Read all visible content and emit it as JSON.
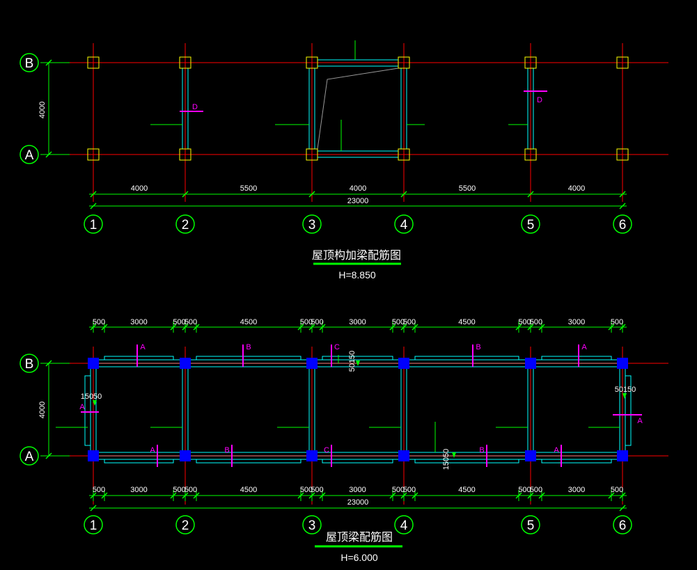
{
  "upper_plan": {
    "title": "屋顶构加梁配筋图",
    "elevation": "H=8.850",
    "grid_rows": [
      "B",
      "A"
    ],
    "grid_cols": [
      "1",
      "2",
      "3",
      "4",
      "5",
      "6"
    ],
    "row_dim": "4000",
    "bay_dims": [
      "4000",
      "5500",
      "4000",
      "5500",
      "4000"
    ],
    "total_dim": "23000",
    "section_marks": [
      "D",
      "D"
    ]
  },
  "lower_plan": {
    "title": "屋顶梁配筋图",
    "elevation": "H=6.000",
    "grid_rows": [
      "B",
      "A"
    ],
    "grid_cols": [
      "1",
      "2",
      "3",
      "4",
      "5",
      "6"
    ],
    "row_dim": "4000",
    "top_dims": [
      "500",
      "3000",
      "500",
      "500",
      "4500",
      "500",
      "500",
      "3000",
      "500",
      "500",
      "4500",
      "500",
      "500",
      "3000",
      "500"
    ],
    "bottom_dims": [
      "500",
      "3000",
      "500",
      "500",
      "4500",
      "500",
      "500",
      "3000",
      "500",
      "500",
      "4500",
      "500",
      "500",
      "3000",
      "500"
    ],
    "total_dim": "23000",
    "top_marks": [
      "A",
      "B",
      "C",
      "B",
      "A"
    ],
    "bottom_marks": [
      "A",
      "B",
      "C",
      "B",
      "A"
    ],
    "left_marks": [
      "A"
    ],
    "right_marks": [
      "A"
    ],
    "annotations": [
      "50150",
      "15050",
      "50150",
      "15050"
    ]
  },
  "colors": {
    "axis": "#ff0000",
    "dimension": "#00ff00",
    "beam": "#00ffff",
    "column_upper": "#ffff00",
    "column_lower": "#0000ff",
    "section": "#ff00ff",
    "text": "#ffffff"
  }
}
